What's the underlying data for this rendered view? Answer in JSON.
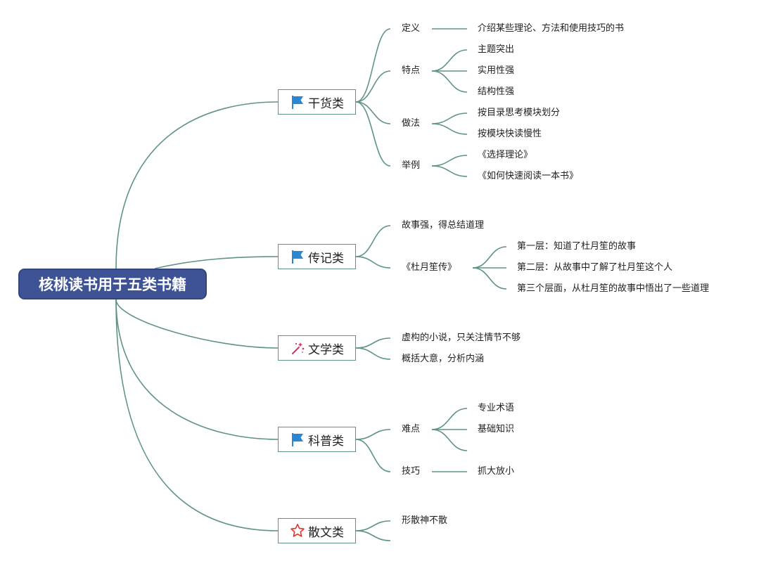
{
  "root": "核桃读书用于五类书籍",
  "categories": [
    {
      "label": "干货类",
      "icon": "flag-icon",
      "items": [
        {
          "label": "定义",
          "children": [
            "介绍某些理论、方法和使用技巧的书"
          ]
        },
        {
          "label": "特点",
          "children": [
            "主题突出",
            "实用性强",
            "结构性强"
          ]
        },
        {
          "label": "做法",
          "children": [
            "按目录思考模块划分",
            "按模块快读慢性"
          ]
        },
        {
          "label": "举例",
          "children": [
            "《选择理论》",
            "《如何快速阅读一本书》"
          ]
        }
      ]
    },
    {
      "label": "传记类",
      "icon": "flag-icon",
      "items": [
        {
          "label": "故事强，得总结道理"
        },
        {
          "label": "《杜月笙传》",
          "children": [
            "第一层：知道了杜月笙的故事",
            "第二层：从故事中了解了杜月笙这个人",
            "第三个层面，从杜月笙的故事中悟出了一些道理"
          ]
        }
      ]
    },
    {
      "label": "文学类",
      "icon": "magic-wand-icon",
      "items": [
        {
          "label": "虚构的小说，只关注情节不够"
        },
        {
          "label": "概括大意，分析内涵"
        }
      ]
    },
    {
      "label": "科普类",
      "icon": "flag-icon",
      "items": [
        {
          "label": "难点",
          "children": [
            "专业术语",
            "基础知识",
            ""
          ]
        },
        {
          "label": "技巧",
          "children": [
            "抓大放小"
          ]
        }
      ]
    },
    {
      "label": "散文类",
      "icon": "star-icon",
      "items": [
        {
          "label": "形散神不散"
        },
        {
          "label": ""
        }
      ]
    }
  ],
  "colors": {
    "line": "#5f9386",
    "root_fill": "#3d5396",
    "flag": "#2b86d3",
    "wand": "#d6336c",
    "star": "#e0342b"
  }
}
